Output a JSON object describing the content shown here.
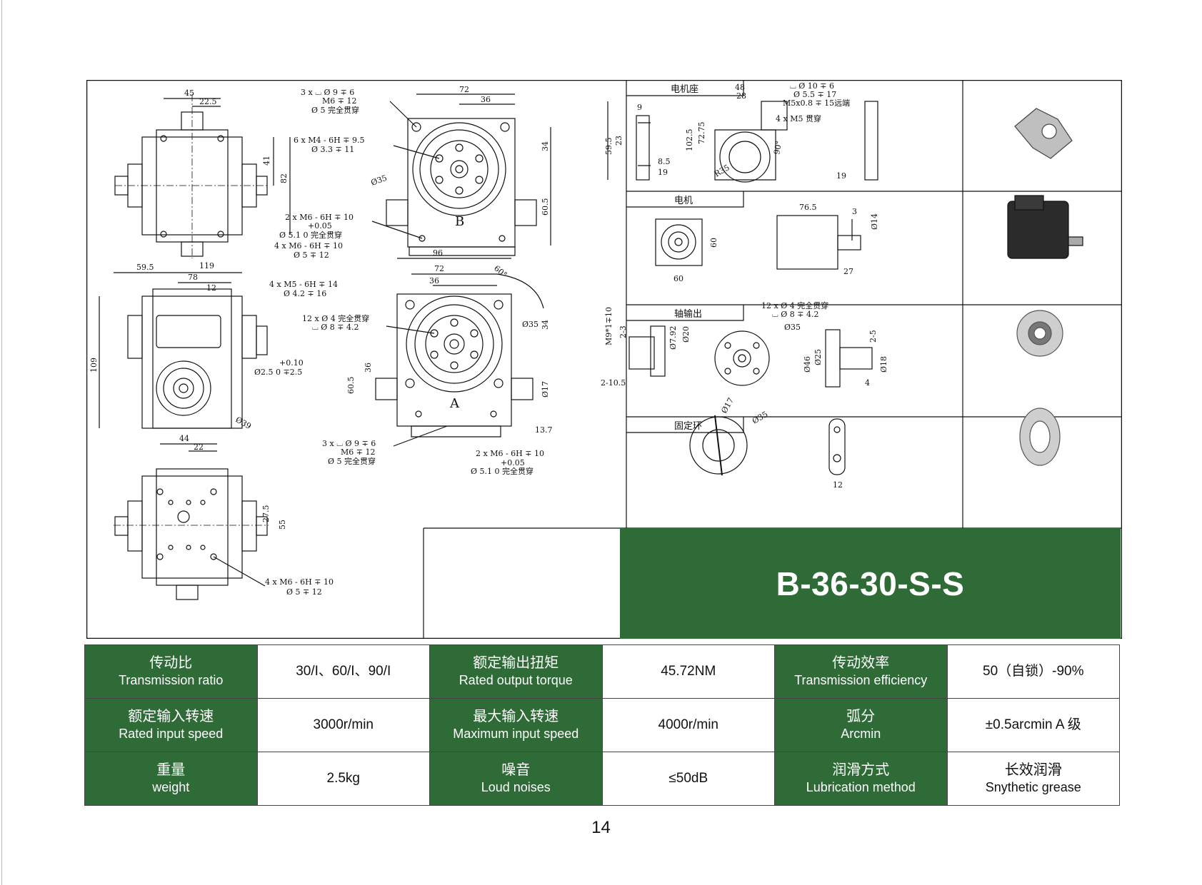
{
  "title": "B-36-30-S-S",
  "page_number": "14",
  "sections": {
    "motor_mount": "电机座",
    "motor": "电机",
    "shaft_output": "轴输出",
    "fixed_ring": "固定环",
    "face_B": "B",
    "face_A": "A"
  },
  "dims_top_view": {
    "d1": "45",
    "d2": "22.5",
    "d3": "41",
    "d4": "82",
    "d5": "119"
  },
  "dims_side_view": {
    "d1": "59.5",
    "d2": "78",
    "d3": "12",
    "d4": "109",
    "d5": "Ø39",
    "hole1": "4 x  M5 - 6H ∓ 14",
    "hole1b": "Ø 4.2 ∓ 16",
    "tol": "+0.10",
    "tol2": "Ø2.5  0    ∓2.5"
  },
  "dims_bottom_view": {
    "d1": "44",
    "d2": "22",
    "d3": "27.5",
    "d4": "55",
    "hole1": "4 x  M6 - 6H ∓ 10",
    "hole1b": "Ø 5 ∓ 12"
  },
  "dims_face_B": {
    "d1": "72",
    "d2": "36",
    "d3": "34",
    "d4": "60.5",
    "d5": "Ø35",
    "n1": "3 x ⌴ Ø 9 ∓ 6",
    "n1b": "M6 ∓ 12",
    "n1c": "Ø 5  完全贯穿",
    "n2": "6 x  M4 - 6H ∓ 9.5",
    "n2b": "Ø 3.3 ∓ 11",
    "n3": "2 x  M6 - 6H ∓ 10",
    "n3b": "+0.05",
    "n3c": "Ø 5.1  0     完全贯穿",
    "n4": "4 x  M6 - 6H ∓ 10",
    "n4b": "Ø 5 ∓ 12"
  },
  "dims_face_A": {
    "d1": "96",
    "d2": "72",
    "d3": "36",
    "d4": "60°",
    "d5": "Ø35",
    "d6": "34",
    "d7": "36",
    "d8": "60.5",
    "d9": "Ø17",
    "d10": "13.7",
    "n1": "12 x Ø 4 完全贯穿",
    "n1b": "⌴ Ø 8 ∓ 4.2",
    "n2": "3 x ⌴ Ø 9 ∓ 6",
    "n2b": "M6 ∓ 12",
    "n2c": "Ø 5  完全贯穿",
    "n3": "2 x  M6 - 6H ∓ 10",
    "n3b": "+0.05",
    "n3c": "Ø 5.1  0     完全贯穿"
  },
  "dims_motor_mount": {
    "d1": "9",
    "d2": "59.5",
    "d3": "23",
    "d4": "8.5",
    "d5": "19",
    "d6": "48",
    "d7": "28",
    "d8": "102.5",
    "d9": "72.75",
    "d10": "R35",
    "d11": "90°",
    "d12": "19",
    "n1": "⌴ Ø 10 ∓ 6",
    "n1b": "Ø 5.5 ∓ 17",
    "n1c": "M5x0.8 ∓ 15远端",
    "n2": "4 x M5 贯穿"
  },
  "dims_motor": {
    "d1": "60",
    "d2": "60",
    "d3": "76.5",
    "d4": "3",
    "d5": "Ø14",
    "d6": "27"
  },
  "dims_shaft": {
    "d1": "M9*1∓10",
    "d2": "2-3",
    "d3": "Ø7.92",
    "d4": "Ø20",
    "d5": "2-10.5",
    "n1": "12 x Ø 4 完全贯穿",
    "n1b": "⌴ Ø 8 ∓ 4.2",
    "d6": "Ø35",
    "d7": "Ø46",
    "d8": "Ø25",
    "d9": "2-5",
    "d10": "Ø18",
    "d11": "4"
  },
  "dims_ring": {
    "d1": "Ø17",
    "d2": "Ø35",
    "d3": "12"
  },
  "specs": [
    [
      {
        "cn": "传动比",
        "en": "Transmission ratio",
        "value": "30/I、60/I、90/I"
      },
      {
        "cn": "额定输出扭矩",
        "en": "Rated output torque",
        "value": "45.72NM"
      },
      {
        "cn": "传动效率",
        "en": "Transmission efficiency",
        "value": "50（自锁）-90%"
      }
    ],
    [
      {
        "cn": "额定输入转速",
        "en": "Rated input speed",
        "value": "3000r/min"
      },
      {
        "cn": "最大输入转速",
        "en": "Maximum input speed",
        "value": "4000r/min"
      },
      {
        "cn": "弧分",
        "en": "Arcmin",
        "value": "±0.5arcmin A 级"
      }
    ],
    [
      {
        "cn": "重量",
        "en": "weight",
        "value": "2.5kg"
      },
      {
        "cn": "噪音",
        "en": "Loud noises",
        "value": "≤50dB"
      },
      {
        "cn": "润滑方式",
        "en": "Lubrication method",
        "value": "长效润滑",
        "value2": "Snythetic grease"
      }
    ]
  ],
  "colors": {
    "brand_green": "#2f6b37",
    "line": "#111111"
  }
}
